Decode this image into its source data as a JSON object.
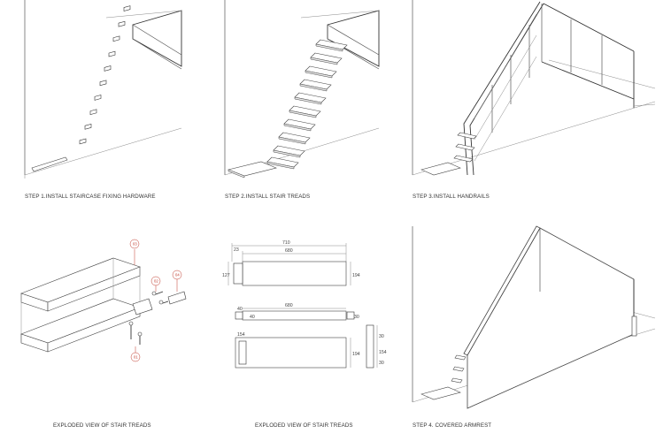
{
  "captions": {
    "step1": "STEP 1.INSTALL STAIRCASE FIXING HARDWARE",
    "step2": "STEP 2.INSTALL STAIR TREADS",
    "step3": "STEP 3.INSTALL HANDRAILS",
    "exploded1": "EXPLODED VIEW OF STAIR TREADS",
    "exploded2": "EXPLODED VIEW OF STAIR TREADS",
    "step4": "STEP 4. COVERED ARMREST"
  },
  "part_tags": [
    "03",
    "02",
    "04",
    "01"
  ],
  "dimensions": {
    "overall_length": "710",
    "tread_length_top": "680",
    "offset_left": "23",
    "height_left": "127",
    "height_right": "194",
    "profile_length": "680",
    "profile_thickness": "40",
    "profile_end": "30",
    "front_thickness": "40",
    "front_inner": "154",
    "front_height": "194",
    "side_top": "30",
    "side_mid": "154",
    "side_bottom": "30"
  }
}
